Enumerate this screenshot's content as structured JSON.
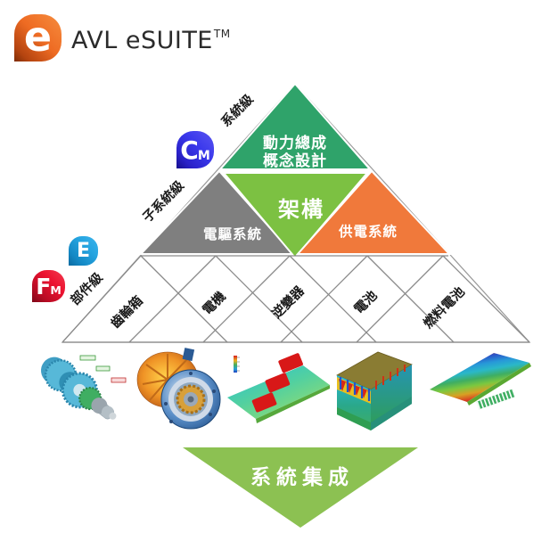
{
  "header": {
    "logo_letter": "e",
    "title": "AVL eSUITE",
    "trademark": "TM"
  },
  "colors": {
    "logo_orange": "#EE6B23",
    "top_green": "#2FA36A",
    "architecture_green": "#7CC142",
    "edrive_gray": "#7F7F7F",
    "power_orange": "#F0793B",
    "arrow_green": "#8CC152",
    "badge_cm_blue": "#3A38EC",
    "badge_e_blue": "#25A4E0",
    "badge_fm_red": "#EC1230",
    "line_gray": "#8A8A8A",
    "label_black": "#1A1A1A"
  },
  "pyramid": {
    "level_labels": [
      "系統級",
      "子系統級",
      "部件級"
    ],
    "top_triangle_lines": [
      "動力總成",
      "概念設計"
    ],
    "architecture": "架構",
    "edrive": "電驅系統",
    "power_supply": "供電系統",
    "components": [
      "齒輪箱",
      "電機",
      "逆變器",
      "電池",
      "燃料電池"
    ]
  },
  "badges": [
    {
      "letter": "C",
      "subscript": "M"
    },
    {
      "letter": "E",
      "subscript": ""
    },
    {
      "letter": "F",
      "subscript": "M"
    }
  ],
  "figures": [
    "gearbox-simulation",
    "e-motor-simulation",
    "inverter-thermal-map",
    "battery-module-simulation",
    "fuel-cell-plate-simulation"
  ],
  "arrow": {
    "label": "系統集成"
  }
}
